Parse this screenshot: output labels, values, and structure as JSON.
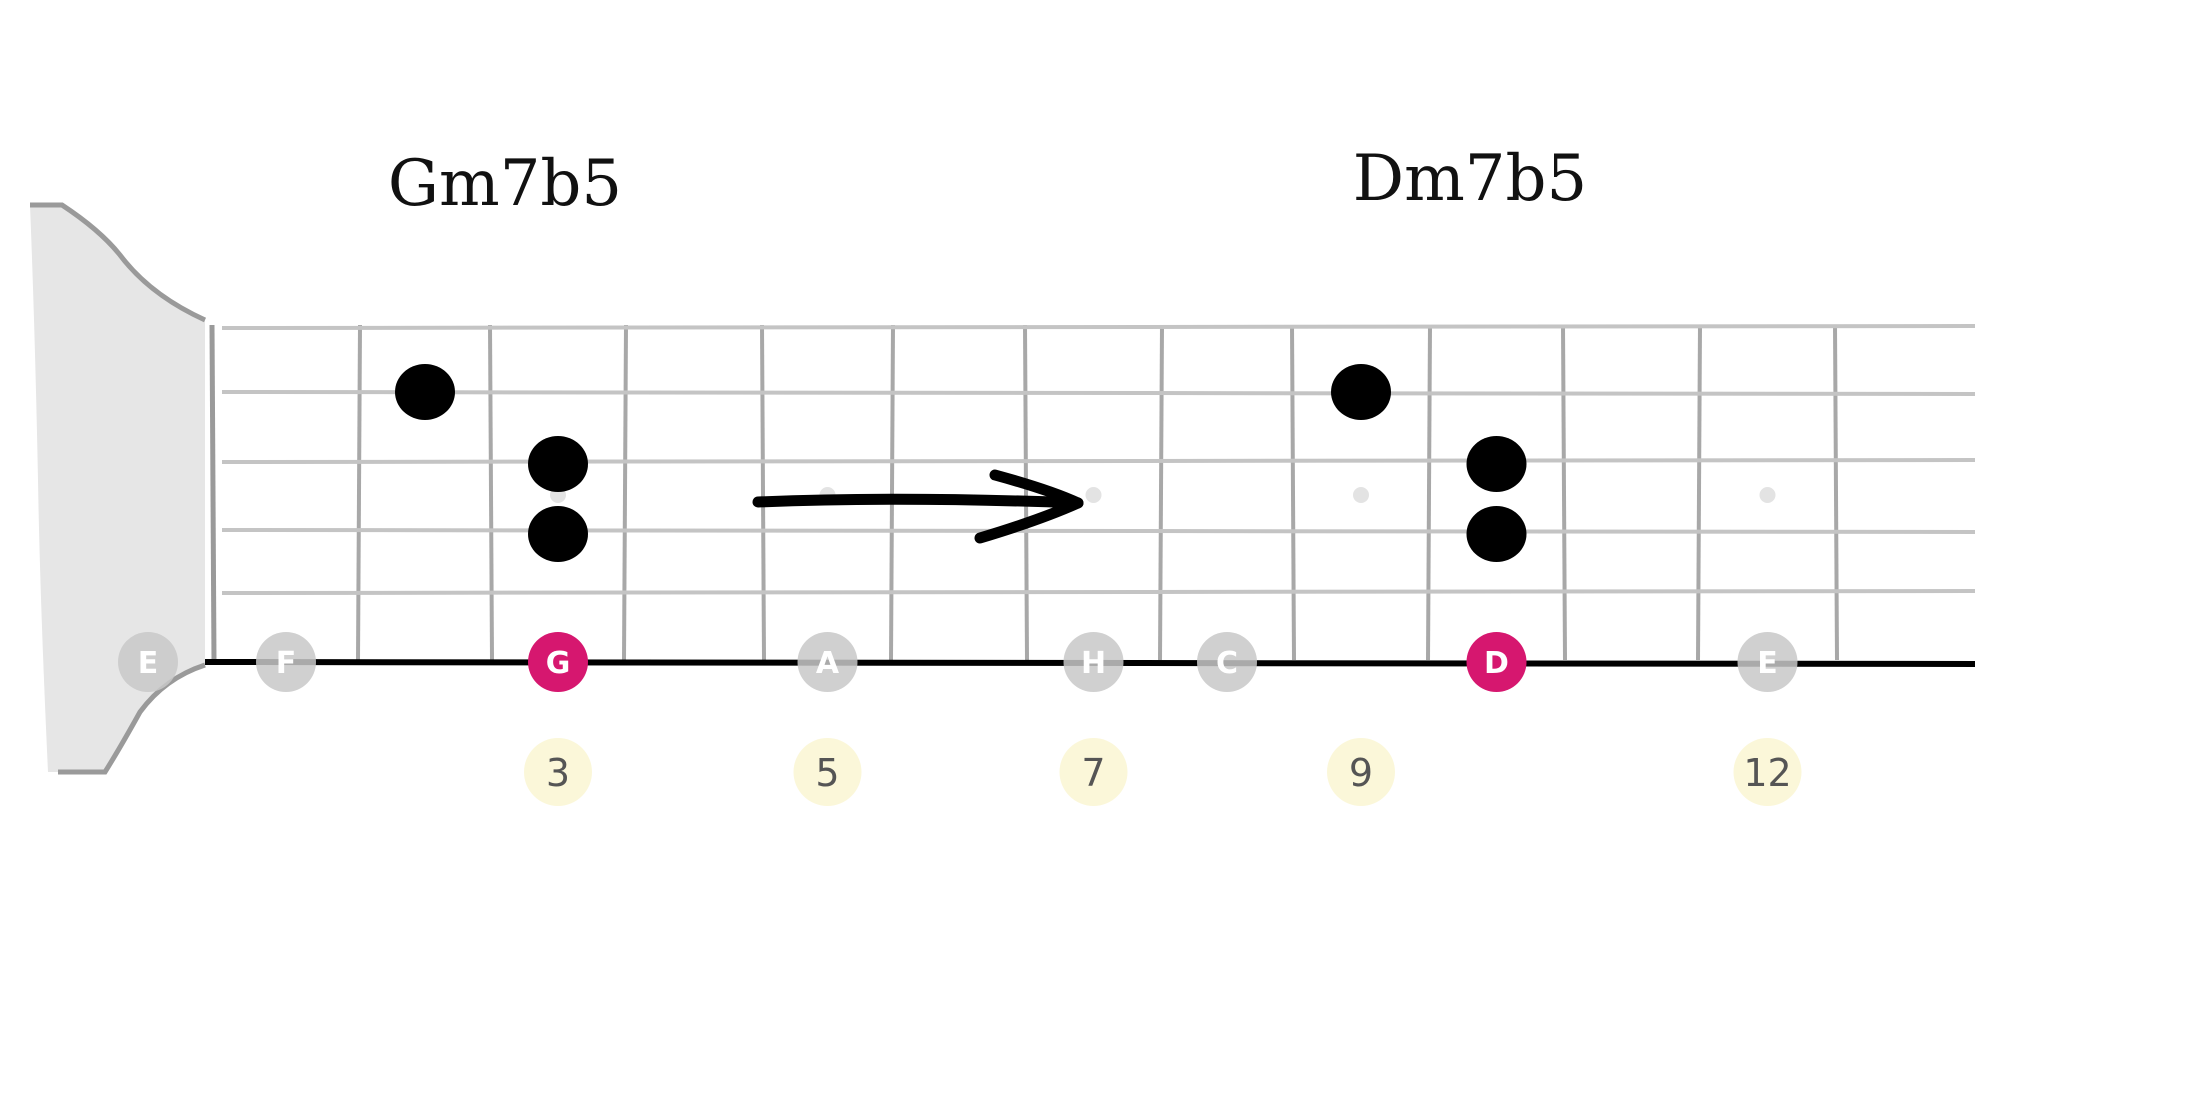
{
  "chords": [
    {
      "name": "Gm7b5"
    },
    {
      "name": "Dm7b5"
    }
  ],
  "strings": 6,
  "inlay_frets": [
    3,
    5,
    7,
    9,
    12
  ],
  "fret_markers": [
    "3",
    "5",
    "7",
    "9",
    "12"
  ],
  "low_e_notes": [
    {
      "fret": 0,
      "note": "E",
      "root": false
    },
    {
      "fret": 1,
      "note": "F",
      "root": false
    },
    {
      "fret": 3,
      "note": "G",
      "root": true
    },
    {
      "fret": 5,
      "note": "A",
      "root": false
    },
    {
      "fret": 7,
      "note": "H",
      "root": false
    },
    {
      "fret": 8,
      "note": "C",
      "root": false
    },
    {
      "fret": 10,
      "note": "D",
      "root": true
    },
    {
      "fret": 12,
      "note": "E",
      "root": false
    }
  ],
  "finger_dots": [
    {
      "chord": "Gm7b5",
      "string": 2,
      "fret": 2
    },
    {
      "chord": "Gm7b5",
      "string": 3,
      "fret": 3
    },
    {
      "chord": "Gm7b5",
      "string": 4,
      "fret": 3
    },
    {
      "chord": "Dm7b5",
      "string": 2,
      "fret": 9
    },
    {
      "chord": "Dm7b5",
      "string": 3,
      "fret": 10
    },
    {
      "chord": "Dm7b5",
      "string": 4,
      "fret": 10
    }
  ],
  "colors": {
    "root": "#d6176f",
    "note": "#c8c8c8",
    "marker_bg": "#fbf7d9",
    "dot": "#000000",
    "fret": "#a8a8a8",
    "string": "#c4c4c4",
    "low_string": "#000000",
    "headstock": "#e6e6e6"
  }
}
